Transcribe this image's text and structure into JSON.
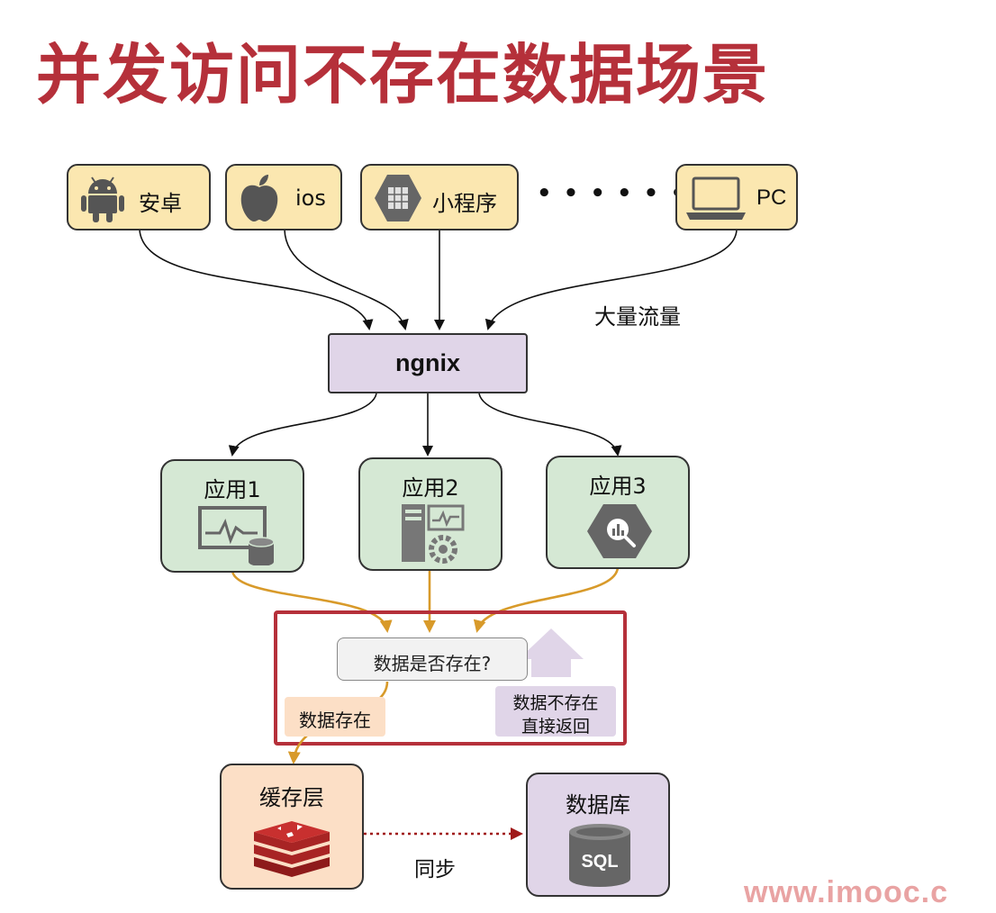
{
  "title": "并发访问不存在数据场景",
  "clients": [
    {
      "label": "安卓",
      "icon": "android-icon"
    },
    {
      "label": "ios",
      "icon": "apple-icon"
    },
    {
      "label": "小程序",
      "icon": "mini-program-icon"
    },
    {
      "label": "PC",
      "icon": "laptop-icon"
    }
  ],
  "ellipsis": "• • • • • •",
  "traffic_label": "大量流量",
  "nginx_label": "ngnix",
  "apps": [
    {
      "label": "应用1",
      "icon": "monitor-database-icon"
    },
    {
      "label": "应用2",
      "icon": "server-gear-icon"
    },
    {
      "label": "应用3",
      "icon": "analytics-hexagon-icon"
    }
  ],
  "check": {
    "question": "数据是否存在?",
    "exists": "数据存在",
    "not_exists_line1": "数据不存在",
    "not_exists_line2": "直接返回"
  },
  "cache_label": "缓存层",
  "db_label": "数据库",
  "db_icon_text": "SQL",
  "sync_label": "同步",
  "watermark": "www.imooc.c",
  "colors": {
    "title": "#b5303a",
    "client_fill": "#fbe7b0",
    "app_fill": "#d5e8d4",
    "nginx_fill": "#e0d5e8",
    "cache_fill": "#fcdfc6",
    "highlight_border": "#b5303a",
    "orange_arrow": "#d89a2a",
    "sync_arrow": "#a01818"
  }
}
